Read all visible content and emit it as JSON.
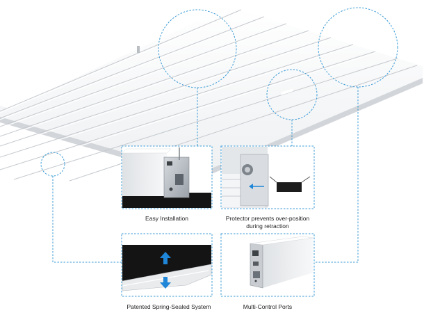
{
  "colors": {
    "callout": "#3b9bd6",
    "panel_white": "#f4f5f6",
    "panel_shadow": "#c9ccd0",
    "arrow_blue": "#1f86d8",
    "black_fabric": "#141414"
  },
  "features": [
    {
      "label": "Easy Installation"
    },
    {
      "label": "Protector prevents over-position\nduring retraction"
    },
    {
      "label": "Patented Spring-Sealed System"
    },
    {
      "label": "Multi-Control Ports"
    }
  ]
}
